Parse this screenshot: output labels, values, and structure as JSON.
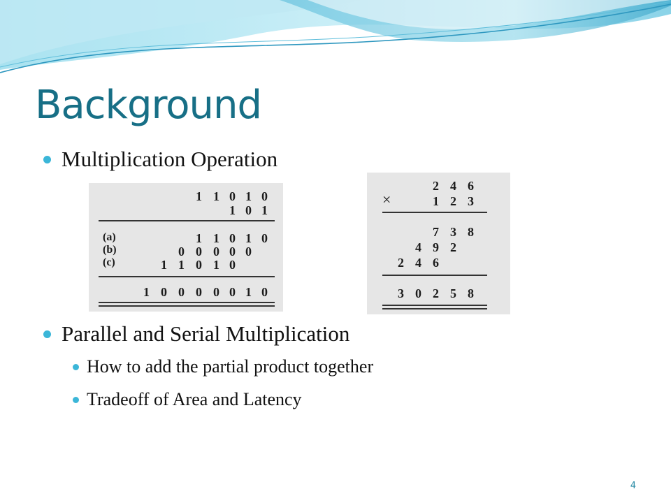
{
  "slide": {
    "title": "Background",
    "bullets": [
      {
        "text": "Multiplication Operation"
      },
      {
        "text": "Parallel and Serial Multiplication",
        "sub": [
          "How to add the partial product together",
          "Tradeoff of Area and Latency"
        ]
      }
    ],
    "page_number": "4"
  },
  "binary_example": {
    "multiplicand": [
      "1",
      "1",
      "0",
      "1",
      "0"
    ],
    "multiplier": [
      "1",
      "0",
      "1"
    ],
    "row_labels": [
      "(a)",
      "(b)",
      "(c)"
    ],
    "partial_products": [
      [
        "1",
        "1",
        "0",
        "1",
        "0"
      ],
      [
        "0",
        "0",
        "0",
        "0",
        "0"
      ],
      [
        "1",
        "1",
        "0",
        "1",
        "0"
      ]
    ],
    "result": [
      "1",
      "0",
      "0",
      "0",
      "0",
      "0",
      "1",
      "0"
    ]
  },
  "decimal_example": {
    "operator": "×",
    "multiplicand": [
      "2",
      "4",
      "6"
    ],
    "multiplier": [
      "1",
      "2",
      "3"
    ],
    "partial_products": [
      [
        "7",
        "3",
        "8"
      ],
      [
        "4",
        "9",
        "2"
      ],
      [
        "2",
        "4",
        "6"
      ]
    ],
    "result": [
      "3",
      "0",
      "2",
      "5",
      "8"
    ]
  },
  "colors": {
    "title": "#176f86",
    "bullet": "#3bb6d8",
    "wave_light": "#cdeef6",
    "wave_mid": "#8fd8ea",
    "wave_dark": "#3aa3c8"
  }
}
